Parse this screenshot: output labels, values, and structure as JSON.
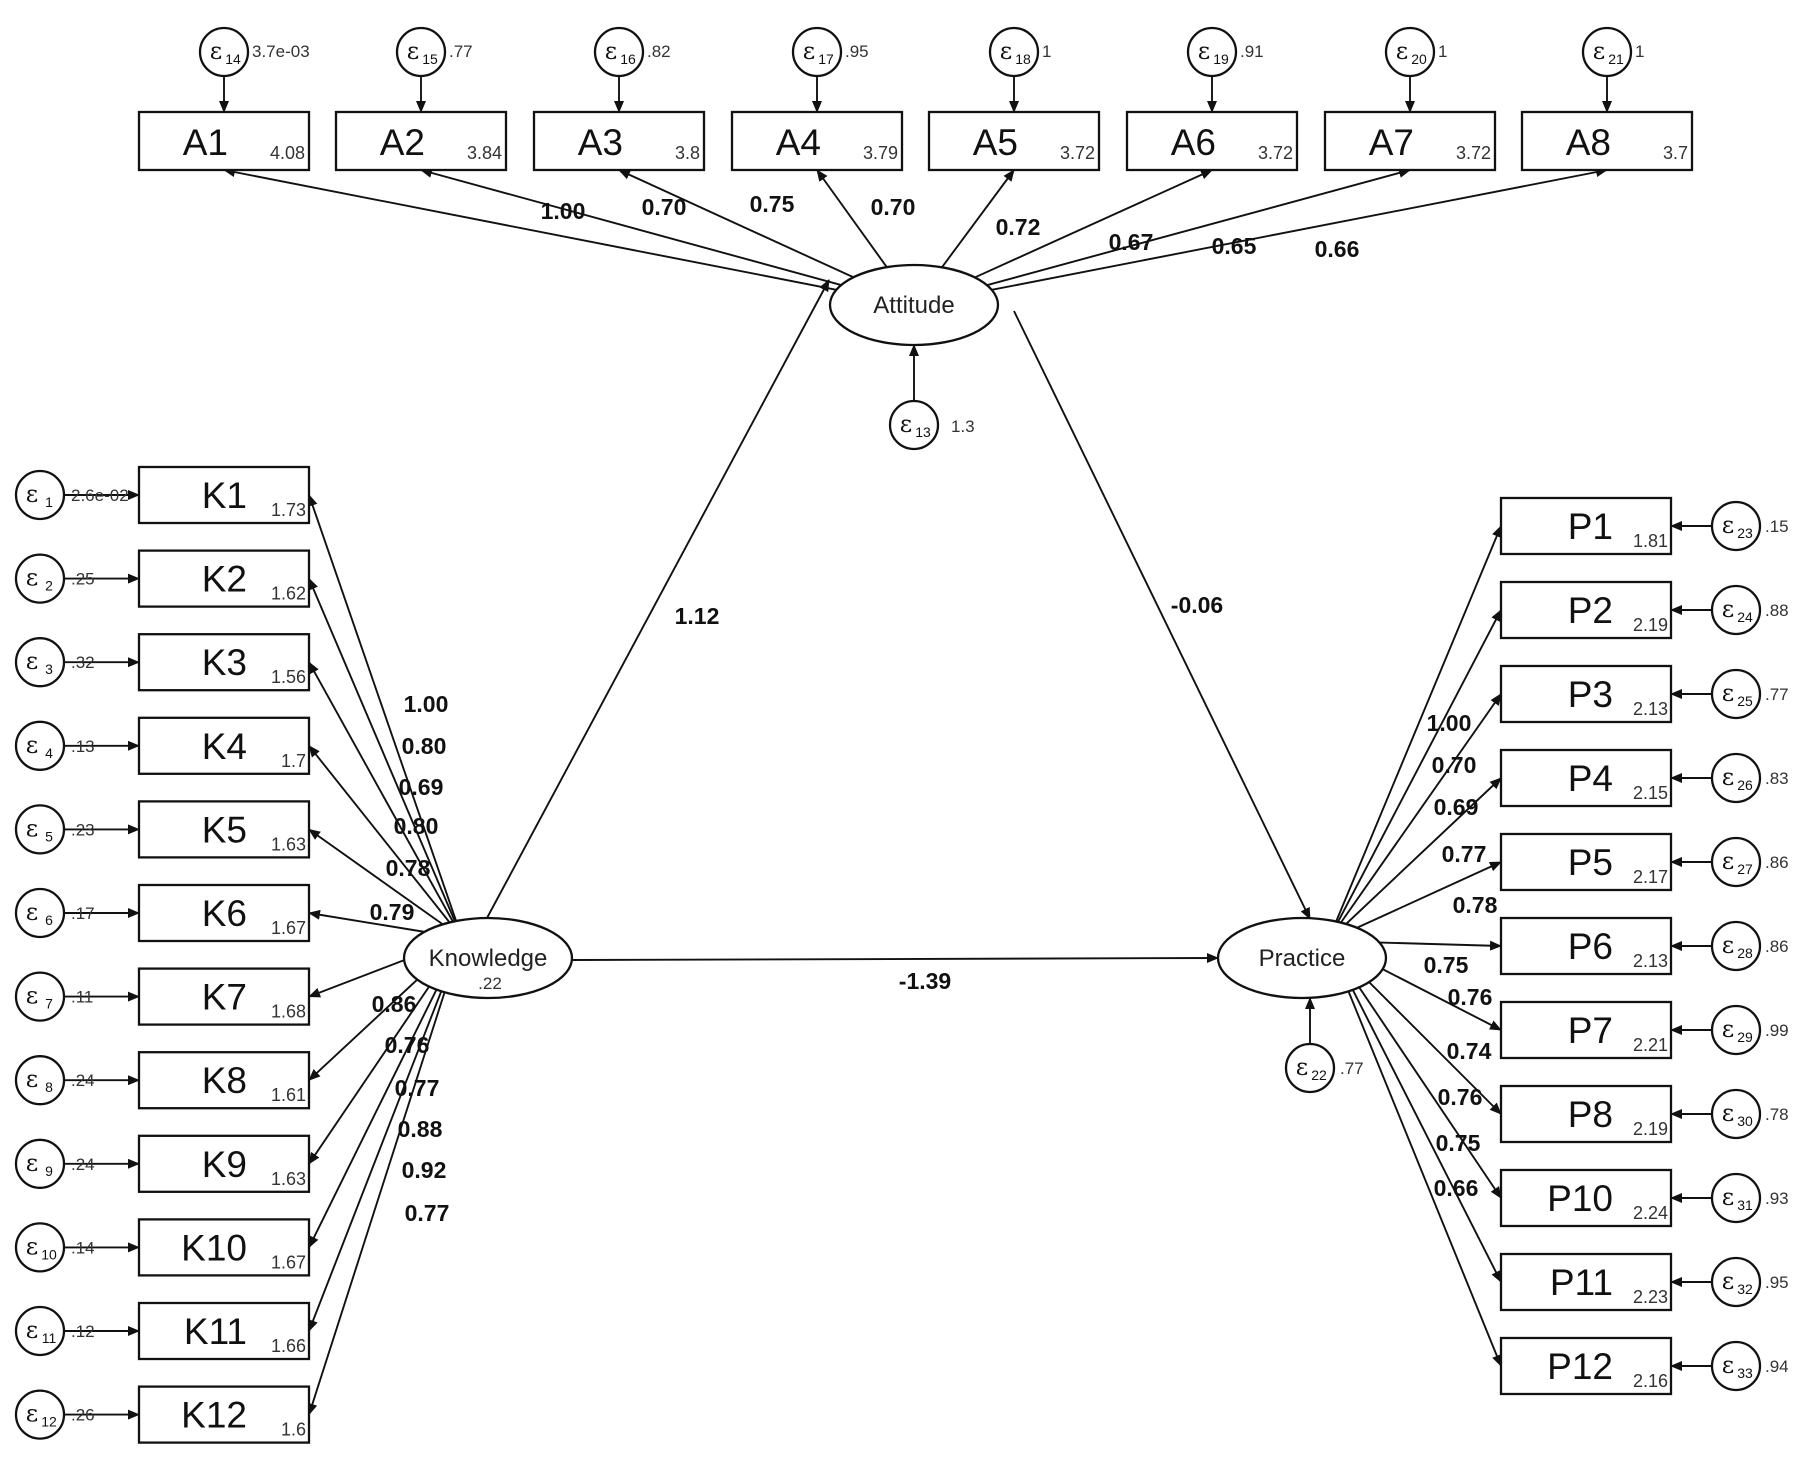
{
  "latents": {
    "attitude": {
      "name": "Attitude",
      "variance": ""
    },
    "knowledge": {
      "name": "Knowledge",
      "variance": ".22"
    },
    "practice": {
      "name": "Practice",
      "variance": ""
    }
  },
  "attitude_items": [
    {
      "name": "A1",
      "intercept": "4.08",
      "loading": "1.00",
      "error": "14",
      "error_var": "3.7e-03"
    },
    {
      "name": "A2",
      "intercept": "3.84",
      "loading": "0.70",
      "error": "15",
      "error_var": ".77"
    },
    {
      "name": "A3",
      "intercept": "3.8",
      "loading": "0.75",
      "error": "16",
      "error_var": ".82"
    },
    {
      "name": "A4",
      "intercept": "3.79",
      "loading": "0.70",
      "error": "17",
      "error_var": ".95"
    },
    {
      "name": "A5",
      "intercept": "3.72",
      "loading": "0.72",
      "error": "18",
      "error_var": "1"
    },
    {
      "name": "A6",
      "intercept": "3.72",
      "loading": "0.67",
      "error": "19",
      "error_var": ".91"
    },
    {
      "name": "A7",
      "intercept": "3.72",
      "loading": "0.65",
      "error": "20",
      "error_var": "1"
    },
    {
      "name": "A8",
      "intercept": "3.7",
      "loading": "0.66",
      "error": "21",
      "error_var": "1"
    }
  ],
  "knowledge_items": [
    {
      "name": "K1",
      "intercept": "1.73",
      "loading": "1.00",
      "error": "1",
      "error_var": "2.6e-02"
    },
    {
      "name": "K2",
      "intercept": "1.62",
      "loading": "0.80",
      "error": "2",
      "error_var": ".25"
    },
    {
      "name": "K3",
      "intercept": "1.56",
      "loading": "0.69",
      "error": "3",
      "error_var": ".32"
    },
    {
      "name": "K4",
      "intercept": "1.7",
      "loading": "0.80",
      "error": "4",
      "error_var": ".13"
    },
    {
      "name": "K5",
      "intercept": "1.63",
      "loading": "0.78",
      "error": "5",
      "error_var": ".23"
    },
    {
      "name": "K6",
      "intercept": "1.67",
      "loading": "0.79",
      "error": "6",
      "error_var": ".17"
    },
    {
      "name": "K7",
      "intercept": "1.68",
      "loading": "0.86",
      "error": "7",
      "error_var": ".11"
    },
    {
      "name": "K8",
      "intercept": "1.61",
      "loading": "0.76",
      "error": "8",
      "error_var": ".24"
    },
    {
      "name": "K9",
      "intercept": "1.63",
      "loading": "0.77",
      "error": "9",
      "error_var": ".24"
    },
    {
      "name": "K10",
      "intercept": "1.67",
      "loading": "0.88",
      "error": "10",
      "error_var": ".14"
    },
    {
      "name": "K11",
      "intercept": "1.66",
      "loading": "0.92",
      "error": "11",
      "error_var": ".12"
    },
    {
      "name": "K12",
      "intercept": "1.6",
      "loading": "0.77",
      "error": "12",
      "error_var": ".26"
    }
  ],
  "practice_items": [
    {
      "name": "P1",
      "intercept": "1.81",
      "loading": "1.00",
      "error": "23",
      "error_var": ".15"
    },
    {
      "name": "P2",
      "intercept": "2.19",
      "loading": "0.70",
      "error": "24",
      "error_var": ".88"
    },
    {
      "name": "P3",
      "intercept": "2.13",
      "loading": "0.69",
      "error": "25",
      "error_var": ".77"
    },
    {
      "name": "P4",
      "intercept": "2.15",
      "loading": "0.77",
      "error": "26",
      "error_var": ".83"
    },
    {
      "name": "P5",
      "intercept": "2.17",
      "loading": "0.78",
      "error": "27",
      "error_var": ".86"
    },
    {
      "name": "P6",
      "intercept": "2.13",
      "loading": "0.75",
      "error": "28",
      "error_var": ".86"
    },
    {
      "name": "P7",
      "intercept": "2.21",
      "loading": "0.76",
      "error": "29",
      "error_var": ".99"
    },
    {
      "name": "P8",
      "intercept": "2.19",
      "loading": "0.74",
      "error": "30",
      "error_var": ".78"
    },
    {
      "name": "P10",
      "intercept": "2.24",
      "loading": "0.76",
      "error": "31",
      "error_var": ".93"
    },
    {
      "name": "P11",
      "intercept": "2.23",
      "loading": "0.75",
      "error": "32",
      "error_var": ".95"
    },
    {
      "name": "P12",
      "intercept": "2.16",
      "loading": "0.66",
      "error": "33",
      "error_var": ".94"
    }
  ],
  "structural": [
    {
      "from": "knowledge",
      "to": "attitude",
      "coef": "1.12"
    },
    {
      "from": "attitude",
      "to": "practice",
      "coef": "-0.06"
    },
    {
      "from": "knowledge",
      "to": "practice",
      "coef": "-1.39"
    }
  ],
  "disturbances": {
    "attitude": {
      "error": "13",
      "error_var": "1.3"
    },
    "practice": {
      "error": "22",
      "error_var": ".77"
    }
  }
}
